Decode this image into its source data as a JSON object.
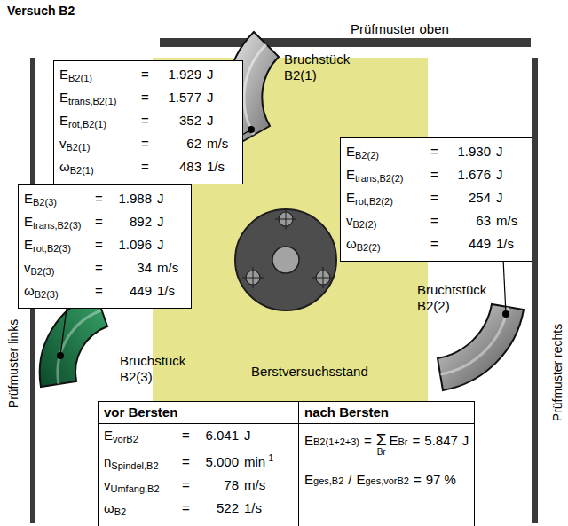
{
  "diagram": {
    "title": "Versuch B2",
    "nodes": [
      {
        "text": [
          "E",
          "B2(1)",
          "=",
          "1.929",
          "J",
          "E",
          "trans,B2(1)",
          "=",
          "1.577",
          "J",
          "E",
          "rot,B2(1)",
          "=",
          "352",
          "J",
          "v",
          "B2(1)",
          "=",
          "62",
          "m/s",
          "ω",
          "B2(1)",
          "=",
          "483",
          "1/s"
        ]
      },
      {
        "text": [
          "E",
          "B2(2)",
          "=",
          "1.930",
          "J",
          "E",
          "trans,B2(2)",
          "=",
          "1.676",
          "J",
          "E",
          "rot,B2(2)",
          "=",
          "254",
          "J",
          "v",
          "B2(2)",
          "=",
          "63",
          "m/s",
          "ω",
          "B2(2)",
          "=",
          "449",
          "1/s"
        ]
      },
      {
        "text": [
          "E",
          "B2(3)",
          "=",
          "1.988",
          "J",
          "E",
          "trans,B2(3)",
          "=",
          "892",
          "J",
          "E",
          "rot,B2(3)",
          "=",
          "1.096",
          "J",
          "v",
          "B2(3)",
          "=",
          "34",
          "m/s",
          "ω",
          "B2(3)",
          "=",
          "449",
          "1/s"
        ]
      },
      {
        "text": [
          "Berstversuchsstand"
        ]
      },
      {
        "text": [
          "vor Bersten",
          "nach Bersten",
          "E",
          "vorB2",
          "=",
          "6.041",
          "J",
          "n",
          "Spindel,B2",
          "=",
          "5.000",
          "min",
          "-1",
          "v",
          "Umfang,B2",
          "=",
          "78",
          "m/s",
          "ω",
          "B2",
          "=",
          "522",
          "1/s",
          "E",
          "B2(1+2+3)",
          "=",
          "Σ",
          "Br",
          "E",
          "Br",
          "=",
          "5.847",
          "J",
          "E",
          "ges,B2",
          "/",
          "E",
          "ges,vorB2",
          "=",
          "97 %"
        ]
      }
    ],
    "labels": [
      "Prüfmuster oben",
      "Prüfmuster links",
      "Prüfmuster rechts",
      "Bruchstück B2(1)",
      "Bruchtstück B2(2)",
      "Bruchstück B2(3)"
    ]
  }
}
